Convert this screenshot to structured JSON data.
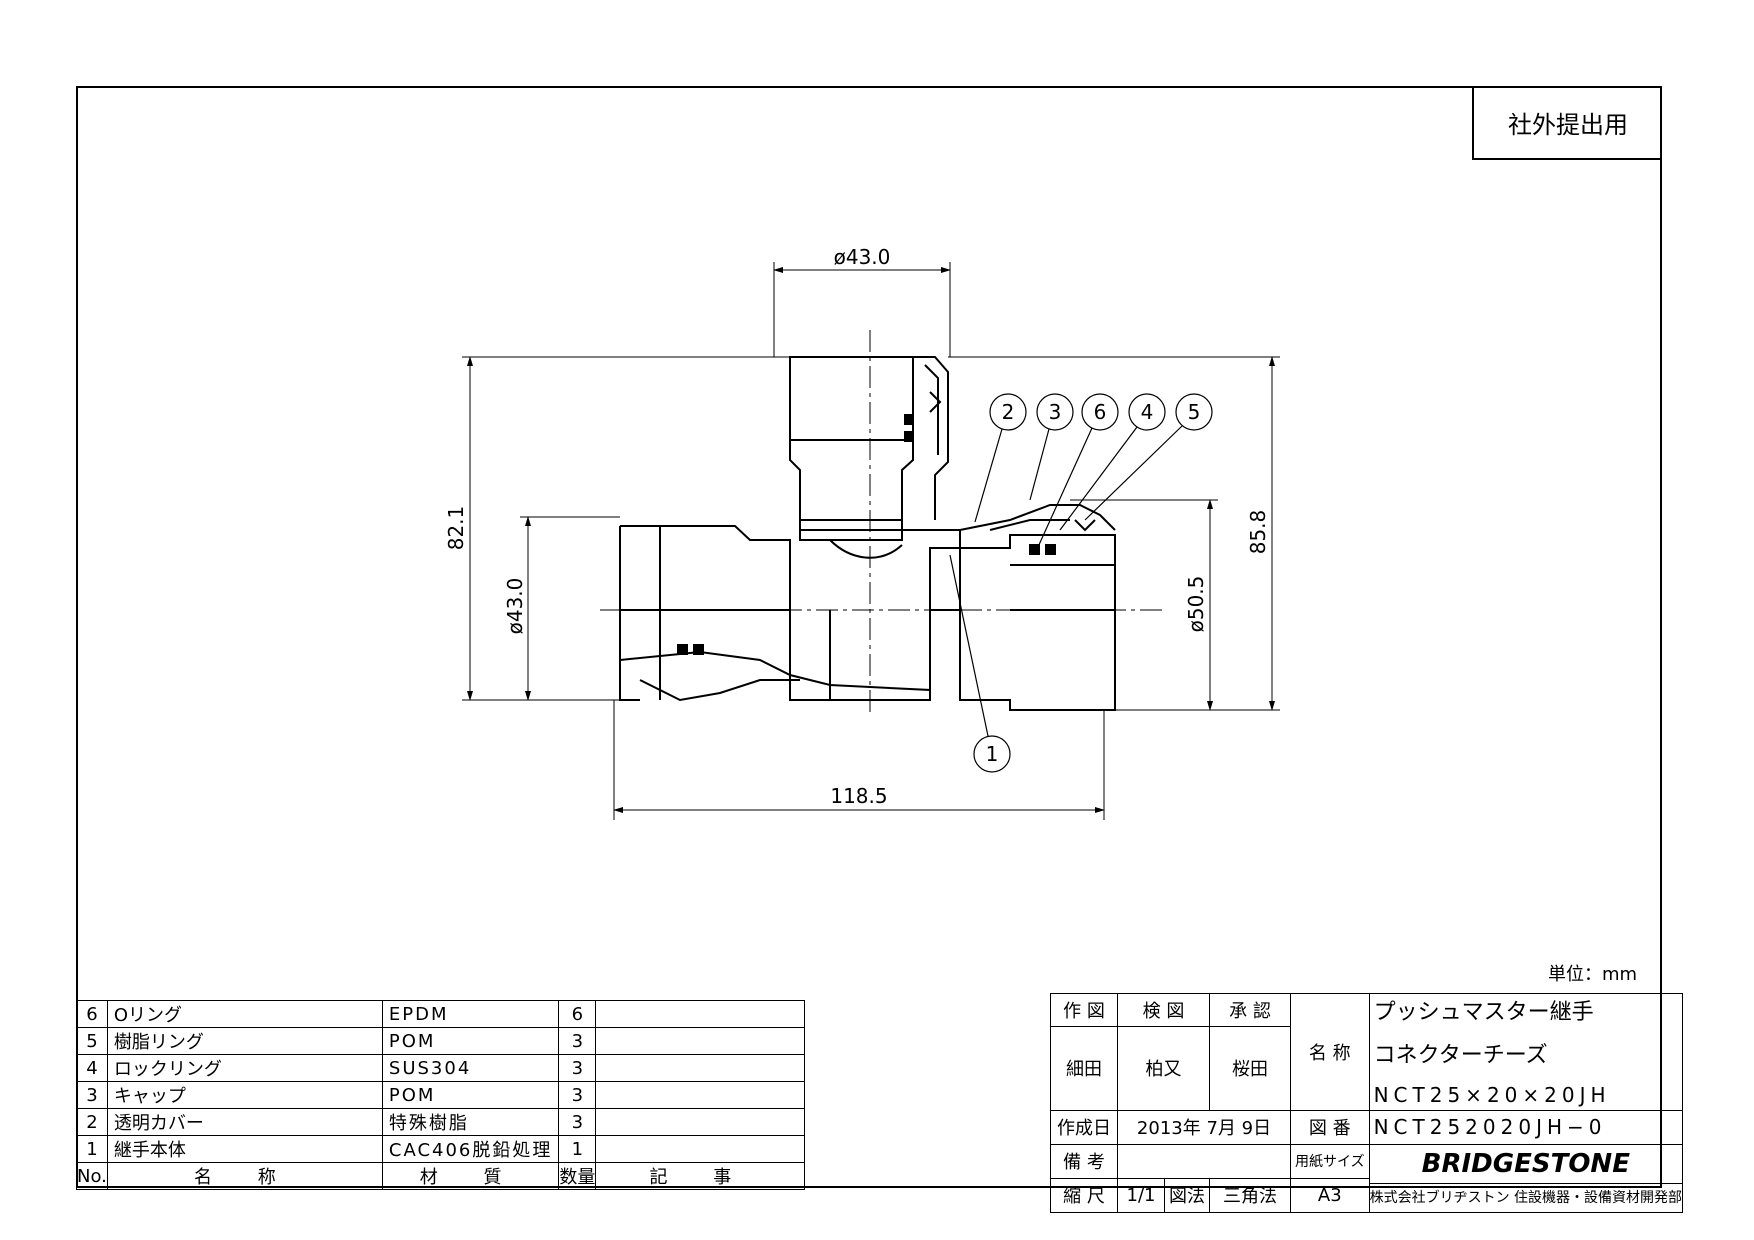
{
  "stamp": "社外提出用",
  "unit_note": "単位：mm",
  "dimensions": {
    "top_dia": "ø43.0",
    "left_dia": "ø43.0",
    "right_dia": "ø50.5",
    "height_left": "82.1",
    "height_right": "85.8",
    "width": "118.5"
  },
  "balloons": [
    "2",
    "3",
    "6",
    "4",
    "5",
    "1"
  ],
  "parts_table": {
    "rows": [
      {
        "no": "6",
        "name": "Oリング",
        "material": "EPDM",
        "qty": "6",
        "remark": ""
      },
      {
        "no": "5",
        "name": "樹脂リング",
        "material": "POM",
        "qty": "3",
        "remark": ""
      },
      {
        "no": "4",
        "name": "ロックリング",
        "material": "SUS304",
        "qty": "3",
        "remark": ""
      },
      {
        "no": "3",
        "name": "キャップ",
        "material": "POM",
        "qty": "3",
        "remark": ""
      },
      {
        "no": "2",
        "name": "透明カバー",
        "material": "特殊樹脂",
        "qty": "3",
        "remark": ""
      },
      {
        "no": "1",
        "name": "継手本体",
        "material": "CAC406脱鉛処理",
        "qty": "1",
        "remark": ""
      }
    ],
    "header": {
      "no": "No.",
      "name": "名 称",
      "material": "材 質",
      "qty": "数量",
      "remark": "記 事"
    }
  },
  "title_block": {
    "drawn_label": "作 図",
    "checked_label": "検 図",
    "approved_label": "承 認",
    "drawn_by": "細田",
    "checked_by": "柏又",
    "approved_by": "桜田",
    "name_label": "名 称",
    "title_line1": "プッシュマスター継手",
    "title_line2": "コネクターチーズ",
    "title_line3": "NCT25×20×20JH",
    "date_label": "作成日",
    "date": "2013年 7月 9日",
    "drawing_no_label": "図 番",
    "drawing_no": "NCT252020JH−0",
    "remarks_label": "備 考",
    "paper_label": "用紙サイズ",
    "paper": "A3",
    "scale_label": "縮 尺",
    "scale": "1/1",
    "method_label": "図法",
    "method": "三角法",
    "logo": "BRIDGESTONE",
    "company": "株式会社ブリヂストン 住設機器・設備資材開発部"
  }
}
